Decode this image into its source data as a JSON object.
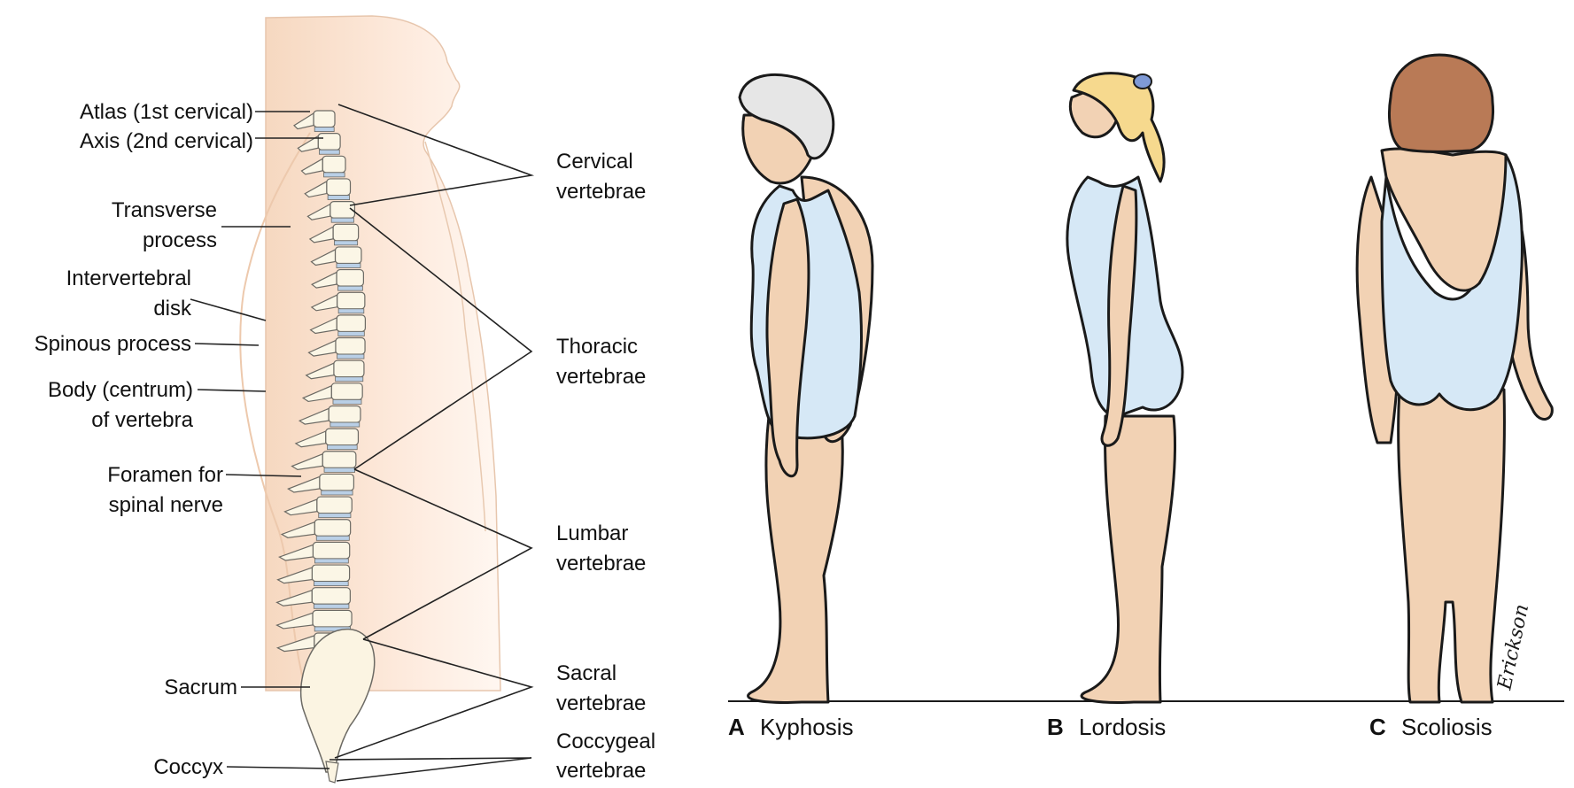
{
  "spine_panel": {
    "left_labels": {
      "atlas": "Atlas (1st cervical)",
      "axis": "Axis (2nd cervical)",
      "transverse_1": "Transverse",
      "transverse_2": "process",
      "intervertebral_1": "Intervertebral",
      "intervertebral_2": "disk",
      "spinous": "Spinous process",
      "body_1": "Body (centrum)",
      "body_2": "of vertebra",
      "foramen_1": "Foramen for",
      "foramen_2": "spinal nerve",
      "sacrum": "Sacrum",
      "coccyx": "Coccyx"
    },
    "right_labels": {
      "cervical_1": "Cervical",
      "cervical_2": "vertebrae",
      "thoracic_1": "Thoracic",
      "thoracic_2": "vertebrae",
      "lumbar_1": "Lumbar",
      "lumbar_2": "vertebrae",
      "sacral_1": "Sacral",
      "sacral_2": "vertebrae",
      "coccygeal_1": "Coccygeal",
      "coccygeal_2": "vertebrae"
    }
  },
  "postures": [
    {
      "letter": "A",
      "name": "Kyphosis"
    },
    {
      "letter": "B",
      "name": "Lordosis"
    },
    {
      "letter": "C",
      "name": "Scoliosis"
    }
  ],
  "signature": "Erickson",
  "colors": {
    "skin": "#f2d2b4",
    "skin_light": "#fbe7d6",
    "swimsuit": "#d6e8f6",
    "disk": "#b9cfe6",
    "bone": "#fbf6e6",
    "hair_grey": "#e6e6e6",
    "hair_blonde": "#f6d98e",
    "hair_brown": "#b97a56",
    "ribbon": "#7f9ad6"
  }
}
